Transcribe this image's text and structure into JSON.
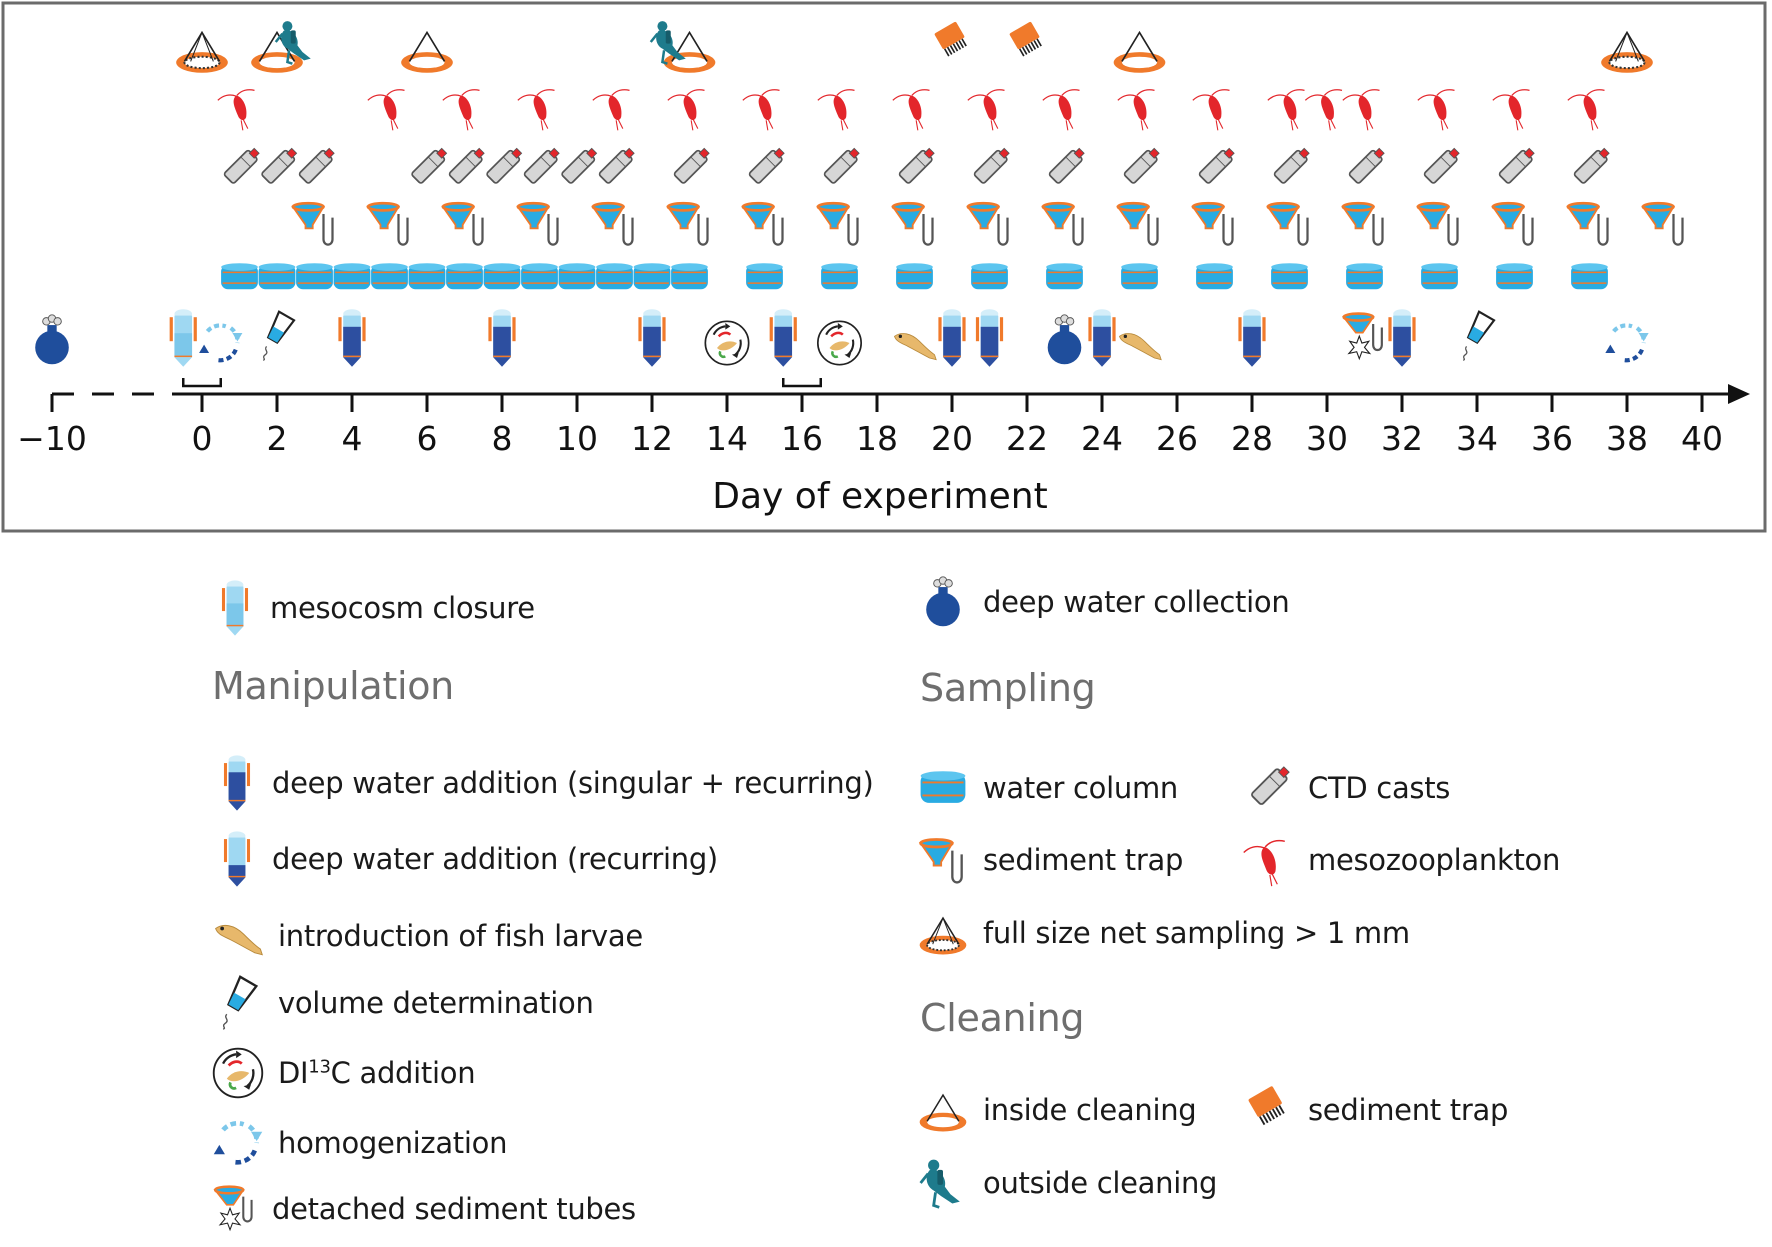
{
  "timeline": {
    "axis_title": "Day of experiment",
    "axis_ticks": [
      -10,
      0,
      2,
      4,
      6,
      8,
      10,
      12,
      14,
      16,
      18,
      20,
      22,
      24,
      26,
      28,
      30,
      32,
      34,
      36,
      38,
      40
    ],
    "rows": {
      "cleaning": {
        "inside_cleaning_net": [
          0,
          38
        ],
        "inside_cleaning": [
          2,
          6,
          13,
          25
        ],
        "outside_cleaning": [
          2,
          12
        ],
        "sediment_trap_cleaning": [
          20,
          22
        ]
      },
      "mesozooplankton": [
        1,
        5,
        7,
        9,
        11,
        13,
        15,
        17,
        19,
        21,
        23,
        25,
        27,
        29,
        30,
        31,
        33,
        35,
        37
      ],
      "ctd_casts": [
        1,
        2,
        3,
        6,
        7,
        8,
        9,
        10,
        11,
        13,
        15,
        17,
        19,
        21,
        23,
        25,
        27,
        29,
        31,
        33,
        35,
        37
      ],
      "sediment_trap": [
        3,
        5,
        7,
        9,
        11,
        13,
        15,
        17,
        19,
        21,
        23,
        25,
        27,
        29,
        31,
        33,
        35,
        37,
        39
      ],
      "water_column": [
        1,
        2,
        3,
        4,
        5,
        6,
        7,
        8,
        9,
        10,
        11,
        12,
        13,
        15,
        17,
        19,
        21,
        23,
        25,
        27,
        29,
        31,
        33,
        35,
        37
      ],
      "events": {
        "deep_water_collection": [
          -10,
          23
        ],
        "mesocosm_closure": [
          -0.5
        ],
        "homogenization": [
          0.5,
          38
        ],
        "volume_determination": [
          2,
          34
        ],
        "deep_water_addition_singular_recurring": [
          4,
          8,
          12,
          15.5,
          20,
          21,
          24,
          28,
          32
        ],
        "di13c_addition": [
          14,
          17
        ],
        "fish_larvae": [
          19,
          25
        ],
        "detached_sediment_tubes": [
          31
        ]
      },
      "brackets": [
        [
          -0.5,
          0.5
        ],
        [
          15.5,
          16.5
        ]
      ]
    }
  },
  "legend": {
    "mesocosm_closure": "mesocosm closure",
    "deep_water_collection": "deep water collection",
    "manipulation_heading": "Manipulation",
    "sampling_heading": "Sampling",
    "cleaning_heading": "Cleaning",
    "deep_water_addition_sr": "deep water addition (singular + recurring)",
    "deep_water_addition_r": "deep water addition (recurring)",
    "fish_larvae": "introduction of fish larvae",
    "volume_determination": "volume determination",
    "di13c_prefix": "DI",
    "di13c_sup": "13",
    "di13c_suffix": "C addition",
    "homogenization": "homogenization",
    "detached_sediment_tubes": "detached sediment tubes",
    "water_column": "water column",
    "ctd_casts": "CTD casts",
    "sediment_trap": "sediment trap",
    "mesozooplankton": "mesozooplankton",
    "full_size_net": "full size net sampling > 1 mm",
    "inside_cleaning": "inside cleaning",
    "sediment_trap_cleaning": "sediment trap",
    "outside_cleaning": "outside cleaning"
  },
  "colors": {
    "frame": "#6b6b6b",
    "orange": "#f07a2b",
    "cyan": "#29abe2",
    "light_blue": "#9fd8f2",
    "dark_blue": "#1f4e9c",
    "red": "#e3262b",
    "teal": "#1e7b8c",
    "fish": "#e7b86b",
    "gray": "#bfbfbf"
  }
}
